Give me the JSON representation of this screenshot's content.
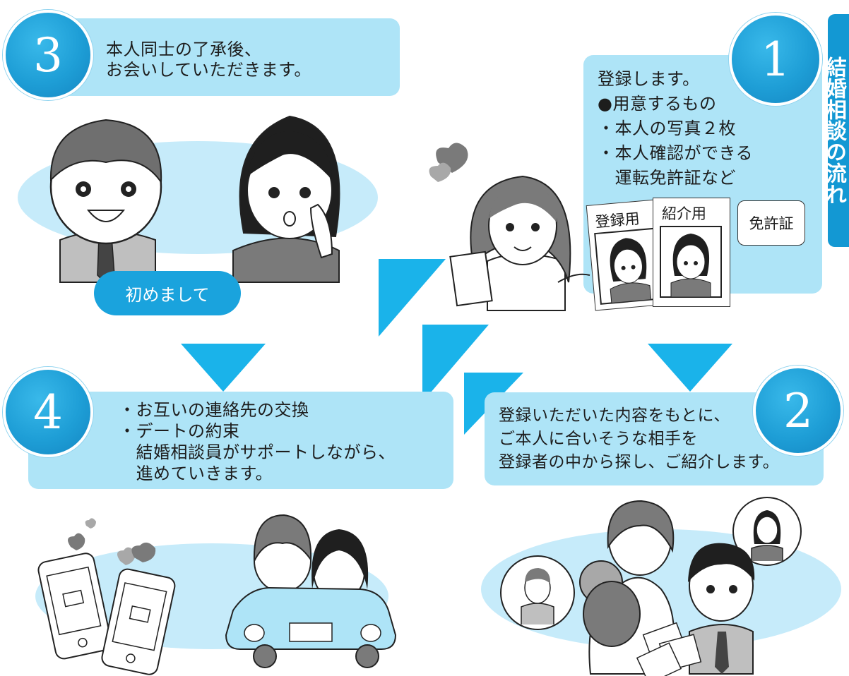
{
  "side_tab": {
    "text": "結婚相談の流れ"
  },
  "steps": {
    "step1": {
      "number": "1",
      "text": "登録します。\n●用意するもの\n・本人の写真２枚\n・本人確認ができる\n　運転免許証など"
    },
    "step2": {
      "number": "2",
      "text": "登録いただいた内容をもとに、\nご本人に合いそうな相手を\n登録者の中から探し、ご紹介します。"
    },
    "step3": {
      "number": "3",
      "text": "本人同士の了承後、\nお会いしていただきます。"
    },
    "step4": {
      "number": "4",
      "text": "・お互いの連絡先の交換\n・デートの約束\n　結婚相談員がサポートしながら、\n　進めていきます。"
    }
  },
  "cards": {
    "registration": "登録用",
    "introduction": "紹介用",
    "license": "免許証"
  },
  "speech": {
    "greeting": "初めまして"
  },
  "colors": {
    "panel": "#aee4f7",
    "accent": "#1aa3dd",
    "arrow": "#1ab3ea",
    "figure_gray": "#7a7a7a"
  }
}
